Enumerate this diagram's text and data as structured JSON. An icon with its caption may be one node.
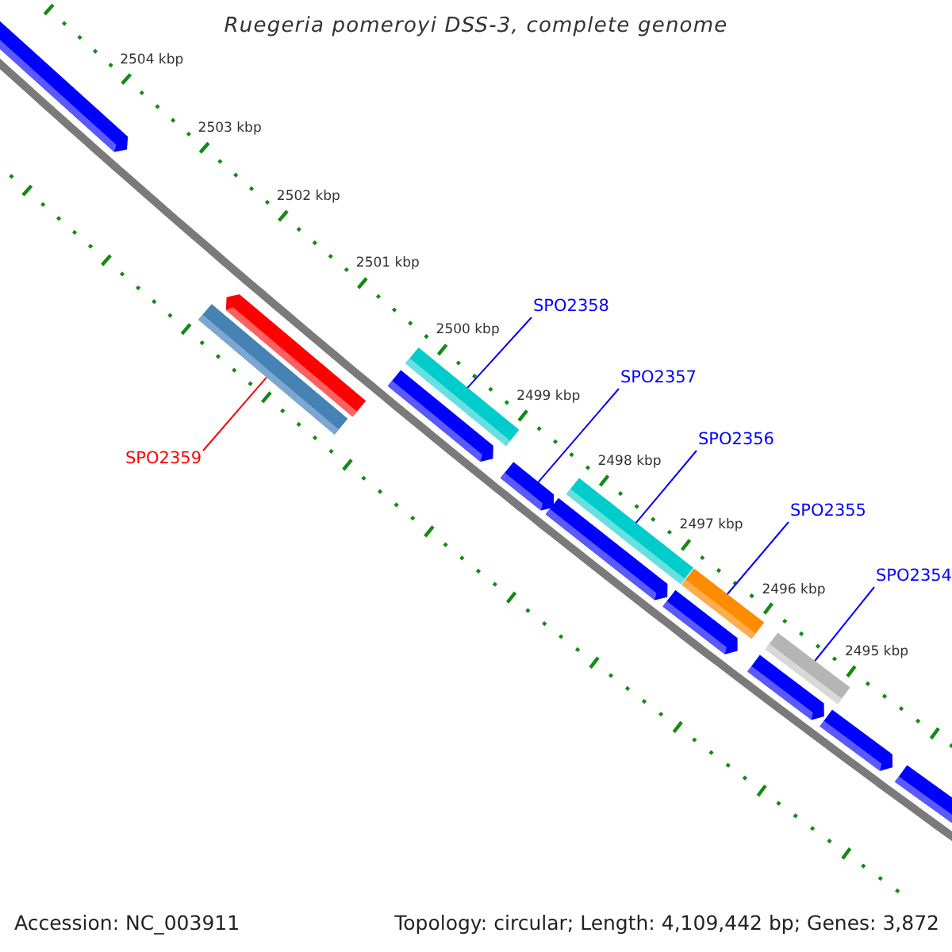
{
  "diagram": {
    "title": "Ruegeria pomeroyi DSS-3, complete genome",
    "nodes": [
      {
        "text": [
          "SPO2358"
        ]
      },
      {
        "text": [],
        "shape": "bar"
      },
      {
        "text": [
          "SPO2357"
        ]
      },
      {
        "text": [],
        "shape": "arrow"
      },
      {
        "text": [
          "SPO2356"
        ]
      },
      {
        "text": [],
        "shape": "bar"
      },
      {
        "text": [
          "SPO2359"
        ]
      },
      {
        "text": [],
        "shape": "bar"
      },
      {
        "text": [
          "SPO2355"
        ]
      },
      {
        "text": [],
        "shape": "bar"
      },
      {
        "text": [
          "SPO2354"
        ]
      },
      {
        "text": [],
        "shape": "bar"
      }
    ],
    "edges": [
      {
        "from": 0,
        "to": 1,
        "arrow": "none"
      },
      {
        "from": 2,
        "to": 3,
        "arrow": "none"
      },
      {
        "from": 4,
        "to": 5,
        "arrow": "none"
      },
      {
        "from": 6,
        "to": 7,
        "arrow": "none",
        "color": "#ff0000"
      },
      {
        "from": 8,
        "to": 9,
        "arrow": "none"
      },
      {
        "from": 10,
        "to": 11,
        "arrow": "none"
      }
    ],
    "labels": [
      "2504 kbp",
      "2503 kbp",
      "2502 kbp",
      "2501 kbp",
      "2500 kbp",
      "2499 kbp",
      "2498 kbp",
      "2497 kbp",
      "2496 kbp",
      "2495 kbp",
      "Accession: NC_003911",
      "Topology: circular; Length: 4,109,442 bp; Genes: 3,872"
    ]
  }
}
